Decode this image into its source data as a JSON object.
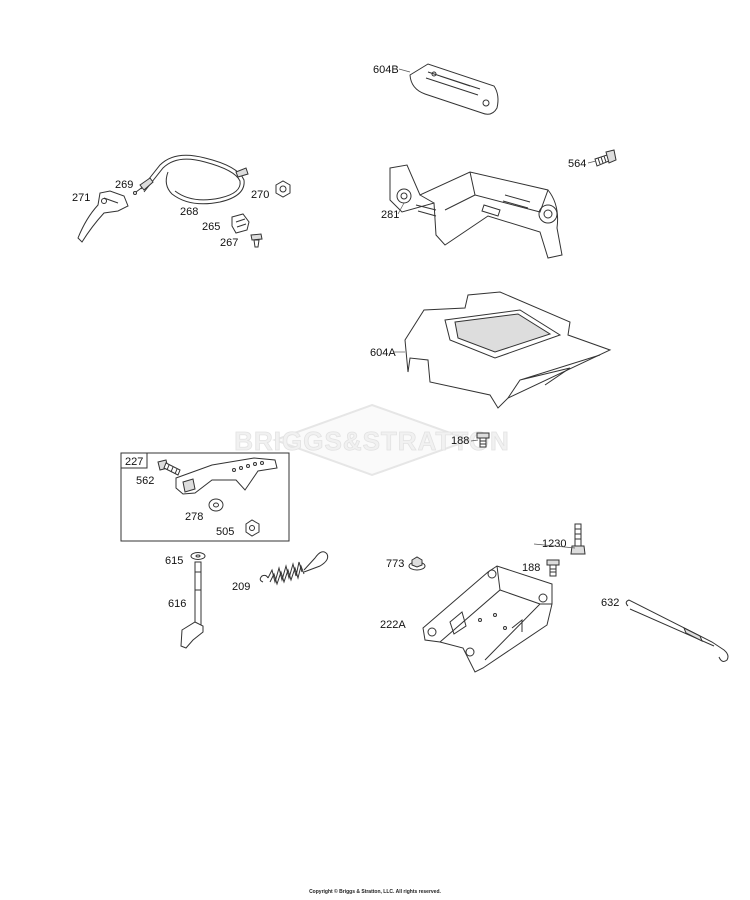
{
  "watermark": {
    "brand": "BRIGGS&STRATTON"
  },
  "callouts": {
    "p604B": "604B",
    "p564": "564",
    "p281": "281",
    "p604A": "604A",
    "p271": "271",
    "p269": "269",
    "p268": "268",
    "p270": "270",
    "p265": "265",
    "p267": "267",
    "p188a": "188",
    "p227": "227",
    "p562": "562",
    "p278": "278",
    "p505": "505",
    "p615": "615",
    "p616": "616",
    "p209": "209",
    "p773": "773",
    "p1230": "1230",
    "p188b": "188",
    "p222A": "222A",
    "p632": "632"
  },
  "footer": {
    "copyright": "Copyright © Briggs & Stratton, LLC. All rights reserved."
  }
}
